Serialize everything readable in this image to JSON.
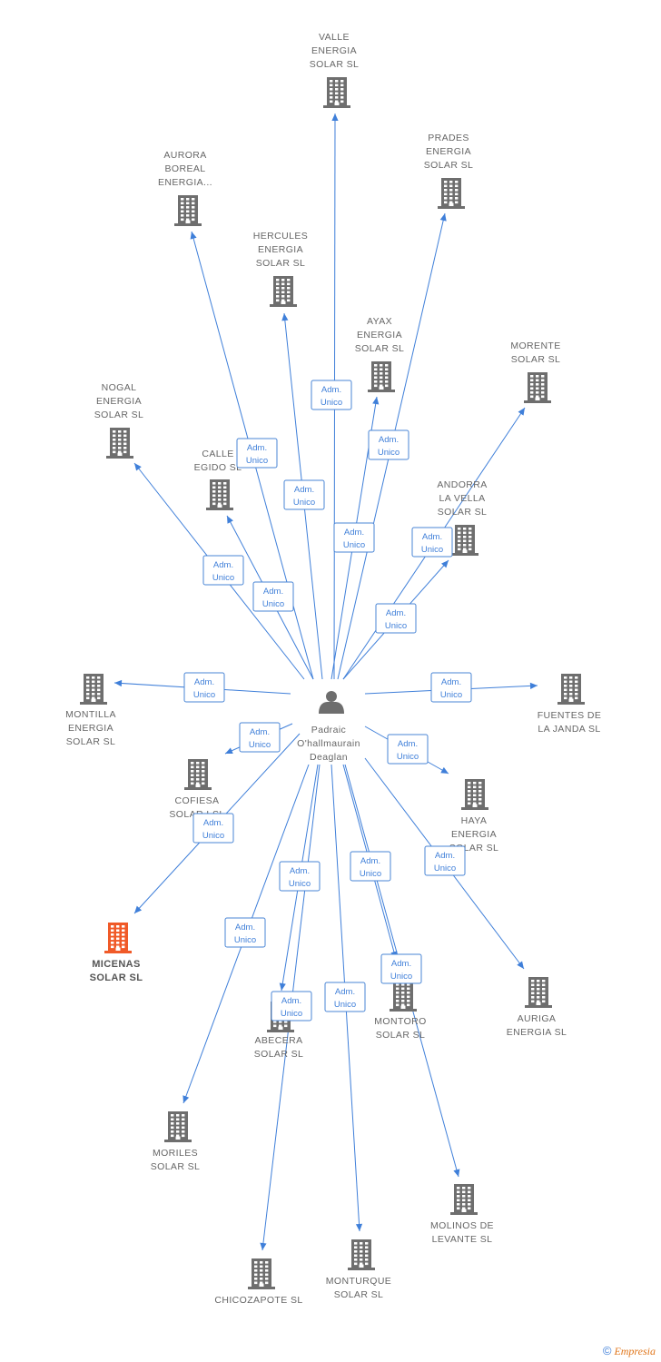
{
  "center": {
    "name": [
      "Padraic",
      "O'hallmaurain",
      "Deaglan"
    ]
  },
  "relation": [
    "Adm.",
    "Unico"
  ],
  "colors": {
    "edge": "#3f7fd9",
    "company": "#6e6e6e",
    "highlight": "#f05a28",
    "person": "#6e6e6e"
  },
  "companies": [
    {
      "id": "valle",
      "name": [
        "VALLE",
        "ENERGIA",
        "SOLAR SL"
      ],
      "highlight": false
    },
    {
      "id": "prades",
      "name": [
        "PRADES",
        "ENERGIA",
        "SOLAR SL"
      ],
      "highlight": false
    },
    {
      "id": "aurora",
      "name": [
        "AURORA",
        "BOREAL",
        "ENERGIA..."
      ],
      "highlight": false
    },
    {
      "id": "hercules",
      "name": [
        "HERCULES",
        "ENERGIA",
        "SOLAR SL"
      ],
      "highlight": false
    },
    {
      "id": "ayax",
      "name": [
        "AYAX",
        "ENERGIA",
        "SOLAR SL"
      ],
      "highlight": false
    },
    {
      "id": "morente",
      "name": [
        "MORENTE",
        "SOLAR SL"
      ],
      "highlight": false
    },
    {
      "id": "nogal",
      "name": [
        "NOGAL",
        "ENERGIA",
        "SOLAR SL"
      ],
      "highlight": false
    },
    {
      "id": "calle",
      "name": [
        "CALLE",
        "EGIDO SL"
      ],
      "highlight": false
    },
    {
      "id": "andorra",
      "name": [
        "ANDORRA",
        "LA VELLA",
        "SOLAR SL"
      ],
      "highlight": false
    },
    {
      "id": "montilla",
      "name": [
        "MONTILLA",
        "ENERGIA",
        "SOLAR SL"
      ],
      "highlight": false
    },
    {
      "id": "fuentes",
      "name": [
        "FUENTES DE",
        "LA JANDA SL"
      ],
      "highlight": false
    },
    {
      "id": "cofiesa",
      "name": [
        "COFIESA",
        "SOLAR I SL"
      ],
      "highlight": false
    },
    {
      "id": "haya",
      "name": [
        "HAYA",
        "ENERGIA",
        "SOLAR SL"
      ],
      "highlight": false
    },
    {
      "id": "micenas",
      "name": [
        "MICENAS",
        "SOLAR SL"
      ],
      "highlight": true
    },
    {
      "id": "auriga",
      "name": [
        "AURIGA",
        "ENERGIA SL"
      ],
      "highlight": false
    },
    {
      "id": "abecera",
      "name": [
        "ABECERA",
        "SOLAR SL"
      ],
      "highlight": false
    },
    {
      "id": "montoro",
      "name": [
        "MONTORO",
        "SOLAR SL"
      ],
      "highlight": false
    },
    {
      "id": "moriles",
      "name": [
        "MORILES",
        "SOLAR SL"
      ],
      "highlight": false
    },
    {
      "id": "molinos",
      "name": [
        "MOLINOS DE",
        "LEVANTE SL"
      ],
      "highlight": false
    },
    {
      "id": "chicozapote",
      "name": [
        "CHICOZAPOTE SL"
      ],
      "highlight": false
    },
    {
      "id": "monturque",
      "name": [
        "MONTURQUE",
        "SOLAR SL"
      ],
      "highlight": false
    }
  ],
  "footer": {
    "copyright": "©",
    "brand": "Empresia"
  }
}
